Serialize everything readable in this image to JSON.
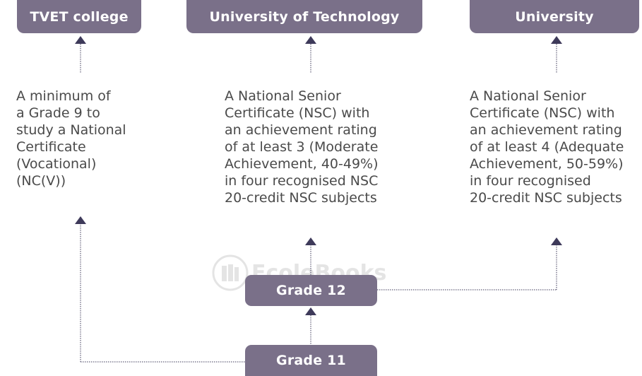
{
  "destinations": [
    {
      "title": "TVET college",
      "requirement": "A minimum of\na Grade 9 to\nstudy a National\nCertificate\n(Vocational)\n(NC(V))"
    },
    {
      "title": "University of Technology",
      "requirement": "A National Senior\nCertificate (NSC) with\nan achievement rating\nof at least 3 (Moderate\nAchievement, 40-49%)\nin four recognised NSC\n20-credit NSC subjects"
    },
    {
      "title": "University",
      "requirement": "A National Senior\nCertificate (NSC) with\nan achievement rating\nof at least 4 (Adequate\nAchievement, 50-59%)\nin four recognised\n20-credit NSC subjects"
    }
  ],
  "grades": {
    "grade12": "Grade 12",
    "grade11": "Grade 11"
  },
  "watermark": {
    "text": "EcoleBooks"
  },
  "colors": {
    "box": "#7a7089",
    "arrow": "#3e3a5a",
    "text": "#4a4a4a"
  }
}
